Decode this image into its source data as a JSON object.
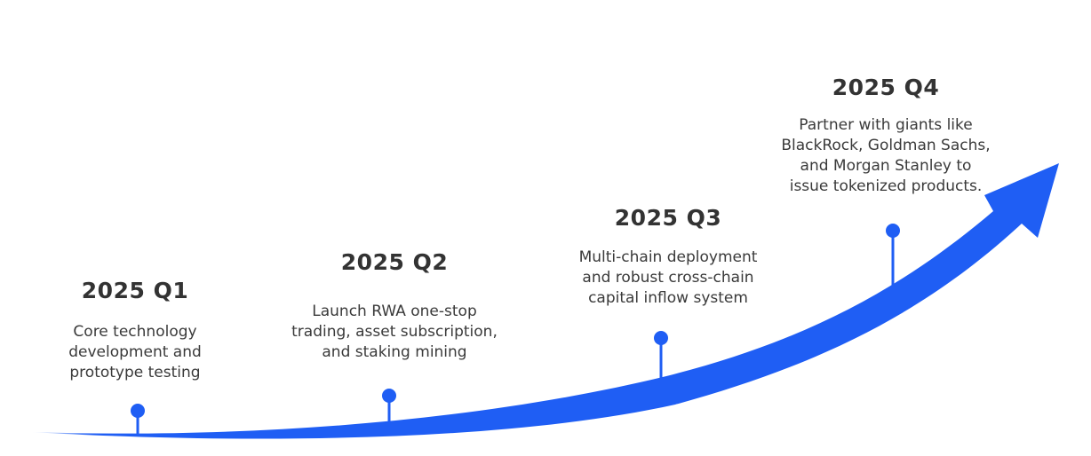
{
  "colors": {
    "accent": "#1f5ef4",
    "heading": "#333333",
    "text": "#3a3a3a",
    "background": "#ffffff"
  },
  "timeline": {
    "arrow_icon": "growth-arrow-icon",
    "milestones": [
      {
        "heading": "2025 Q1",
        "lines": [
          "Core technology",
          "development and",
          "prototype testing"
        ]
      },
      {
        "heading": "2025 Q2",
        "lines": [
          "Launch RWA one-stop",
          "trading, asset subscription,",
          "and staking mining"
        ]
      },
      {
        "heading": "2025 Q3",
        "lines": [
          "Multi-chain deployment",
          "and robust cross-chain",
          "capital inflow system"
        ]
      },
      {
        "heading": "2025 Q4",
        "lines": [
          "Partner with giants like",
          "BlackRock, Goldman Sachs,",
          "and Morgan Stanley to",
          "issue tokenized products."
        ]
      }
    ]
  }
}
